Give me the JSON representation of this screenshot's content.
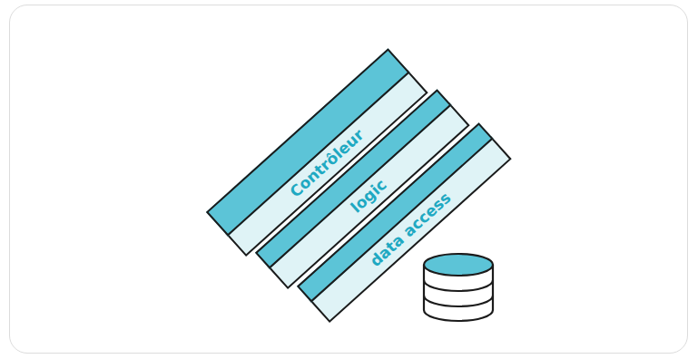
{
  "diagram": {
    "nodes": [
      {
        "text": [
          "Contrôleur"
        ]
      },
      {
        "text": [
          "logic"
        ]
      },
      {
        "text": [
          "data access"
        ]
      }
    ]
  }
}
